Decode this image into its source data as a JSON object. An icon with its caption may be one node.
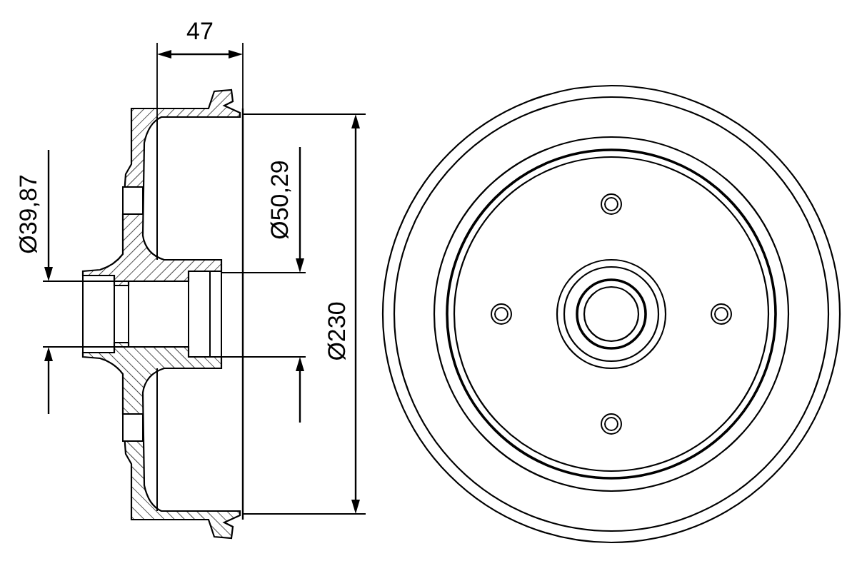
{
  "diagram": {
    "labels": [
      "47",
      "Ø39,87",
      "Ø50,29",
      "Ø230"
    ]
  }
}
